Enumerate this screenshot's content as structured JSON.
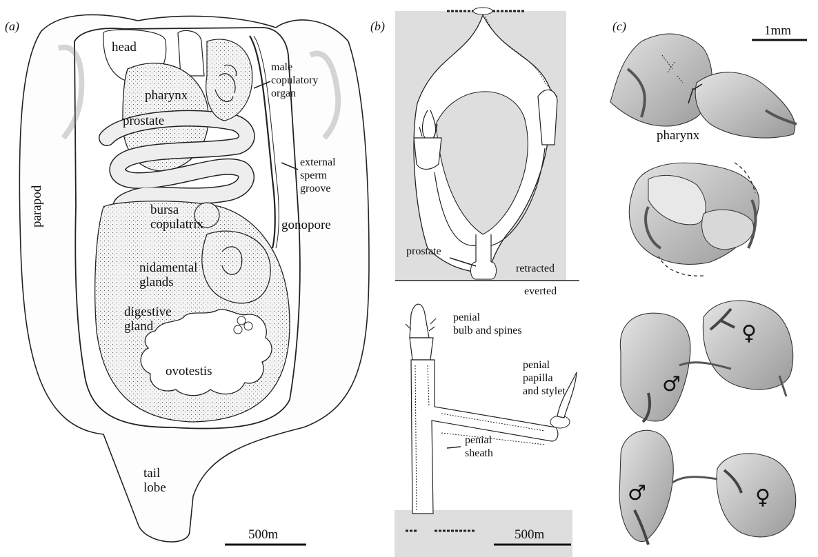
{
  "panel_a": {
    "letter": "(a)",
    "labels": {
      "head": "head",
      "pharynx": "pharynx",
      "prostate": "prostate",
      "male_copulatory_organ": "male\ncopulatory\norgan",
      "external_sperm_groove": "external\nsperm\ngroove",
      "parapod": "parapod",
      "bursa_copulatrix": "bursa\ncopulatrix",
      "gonopore": "gonopore",
      "nidamental_glands": "nidamental\nglands",
      "digestive_gland": "digestive\ngland",
      "ovotestis": "ovotestis",
      "tail_lobe": "tail\nlobe"
    },
    "scale_bar": "500m"
  },
  "panel_b": {
    "letter": "(b)",
    "labels": {
      "prostate": "prostate",
      "retracted": "retracted",
      "everted": "everted",
      "penial_bulb_and_spines": "penial\nbulb and spines",
      "penial_papilla_and_stylet": "penial\npapilla\nand stylet",
      "penial_sheath": "penial\nsheath"
    },
    "scale_bar": "500m"
  },
  "panel_c": {
    "letter": "(c)",
    "scale_bar": "1mm",
    "labels": {
      "pharynx": "pharynx",
      "female_symbol": "♀",
      "male_symbol": "♂"
    }
  }
}
